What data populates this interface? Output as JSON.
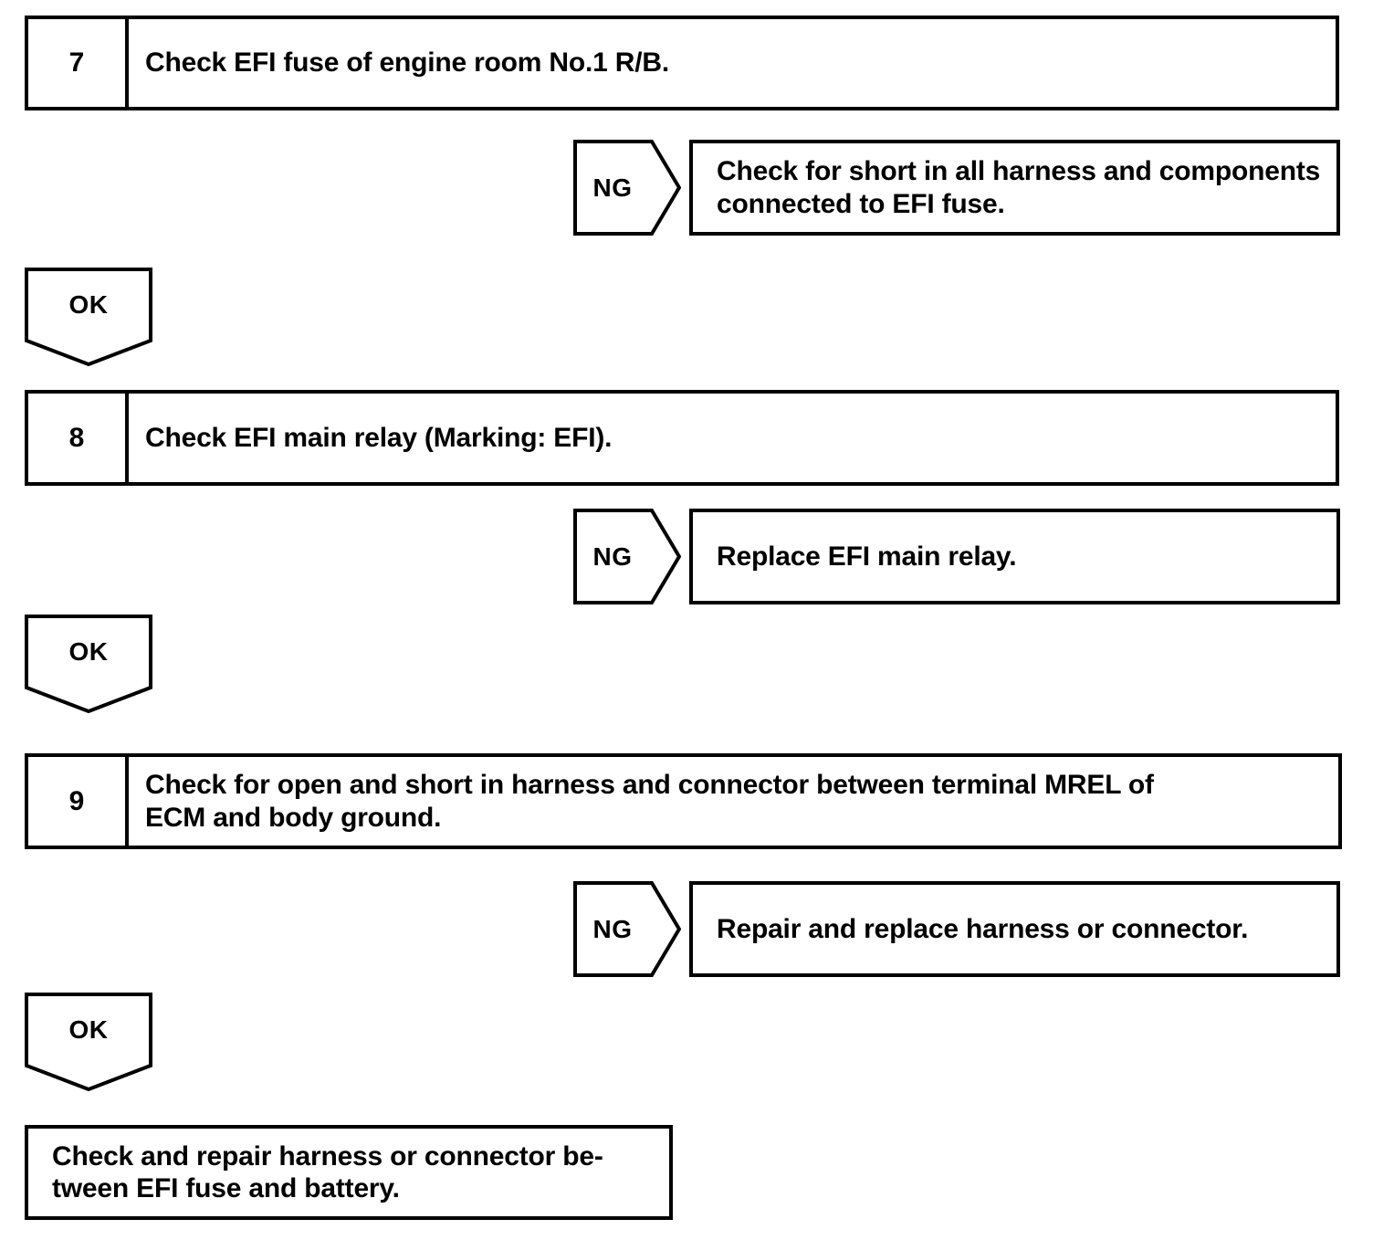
{
  "flowchart": {
    "title": "EFI diagnostic troubleshooting flowchart",
    "line_color": "#000000",
    "background_color": "#ffffff",
    "steps": [
      {
        "number": "7",
        "text": "Check EFI fuse of engine room No.1 R/B.",
        "ng": {
          "label": "NG",
          "action": "Check for short in all harness and components\nconnected to EFI fuse."
        },
        "ok": {
          "label": "OK"
        }
      },
      {
        "number": "8",
        "text": "Check EFI main relay (Marking: EFI).",
        "ng": {
          "label": "NG",
          "action": "Replace EFI main relay."
        },
        "ok": {
          "label": "OK"
        }
      },
      {
        "number": "9",
        "text": "Check for open and short in harness and connector between terminal MREL of\nECM and body ground.",
        "ng": {
          "label": "NG",
          "action": "Repair and replace harness or connector."
        },
        "ok": {
          "label": "OK"
        }
      }
    ],
    "final": {
      "text": "Check and repair harness or connector be-\ntween EFI fuse and battery."
    }
  }
}
